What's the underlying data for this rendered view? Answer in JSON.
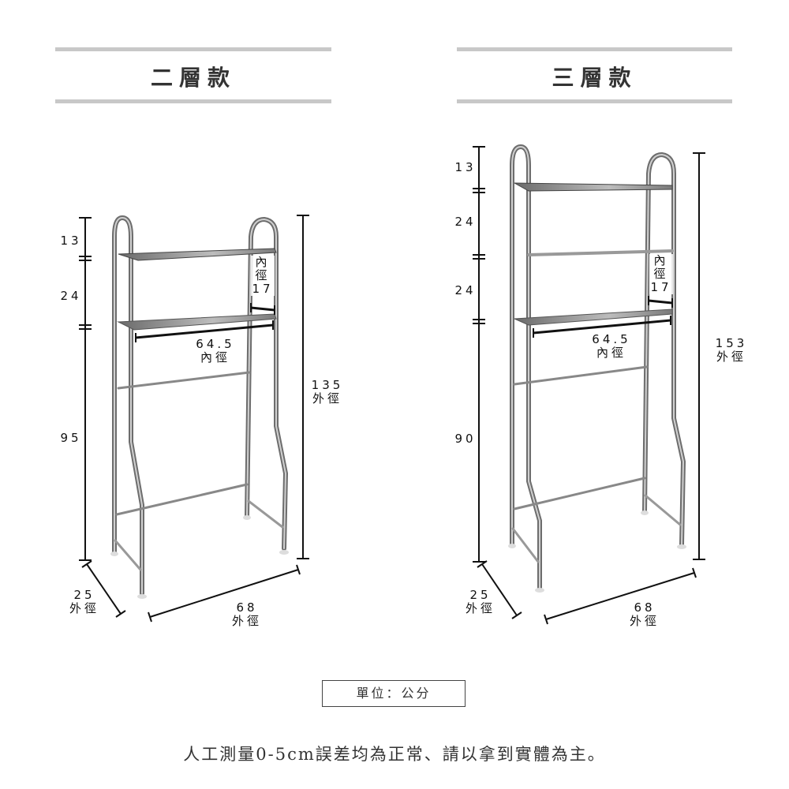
{
  "panels": [
    {
      "title": "二層款",
      "dimensions": {
        "top_gap": "13",
        "shelf_gap_1": "24",
        "lower_height": "95",
        "total_height_value": "135",
        "total_height_label": "外徑",
        "shelf_width_value": "64.5",
        "shelf_width_label": "內徑",
        "shelf_depth_label_1": "內",
        "shelf_depth_label_2": "徑",
        "shelf_depth_value": "17",
        "base_depth_value": "25",
        "base_depth_label": "外徑",
        "base_width_value": "68",
        "base_width_label": "外徑"
      }
    },
    {
      "title": "三層款",
      "dimensions": {
        "top_gap": "13",
        "shelf_gap_1": "24",
        "shelf_gap_2": "24",
        "lower_height": "90",
        "total_height_value": "153",
        "total_height_label": "外徑",
        "shelf_width_value": "64.5",
        "shelf_width_label": "內徑",
        "shelf_depth_label_1": "內",
        "shelf_depth_label_2": "徑",
        "shelf_depth_value": "17",
        "base_depth_value": "25",
        "base_depth_label": "外徑",
        "base_width_value": "68",
        "base_width_label": "外徑"
      }
    }
  ],
  "unit": "單位：公分",
  "note": "人工測量0-5cm誤差均為正常、請以拿到實體為主。",
  "colors": {
    "rule": "#c8c8c8",
    "dimension_line": "#111111",
    "metal": "#8a8a8a"
  }
}
